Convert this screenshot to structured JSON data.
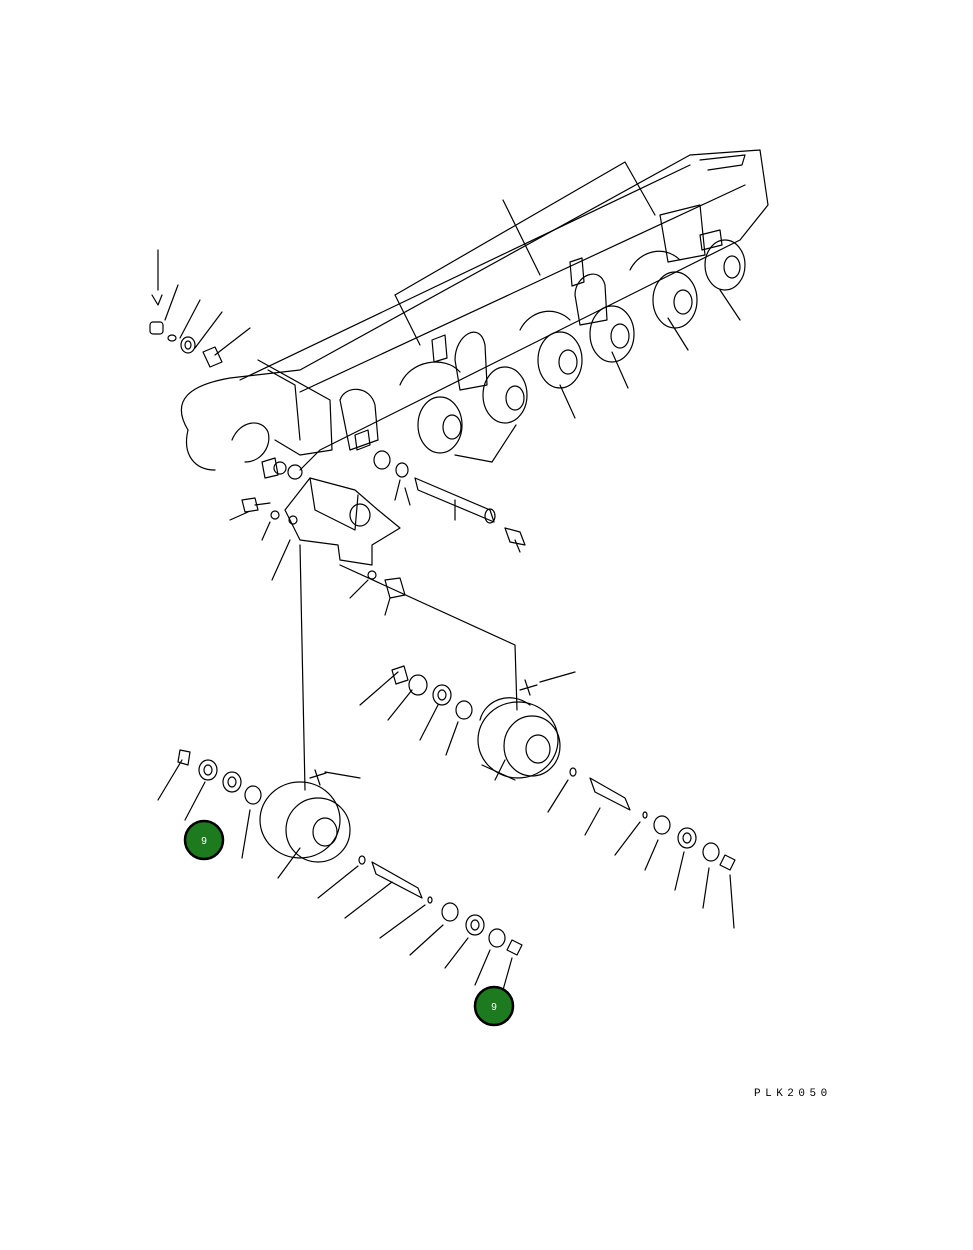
{
  "diagram": {
    "drawing_code": "PLK2050",
    "callouts": [
      {
        "label": "9",
        "fill": "#1e7a1e",
        "ring": "#000000"
      },
      {
        "label": "9",
        "fill": "#1e7a1e",
        "ring": "#000000"
      }
    ]
  }
}
